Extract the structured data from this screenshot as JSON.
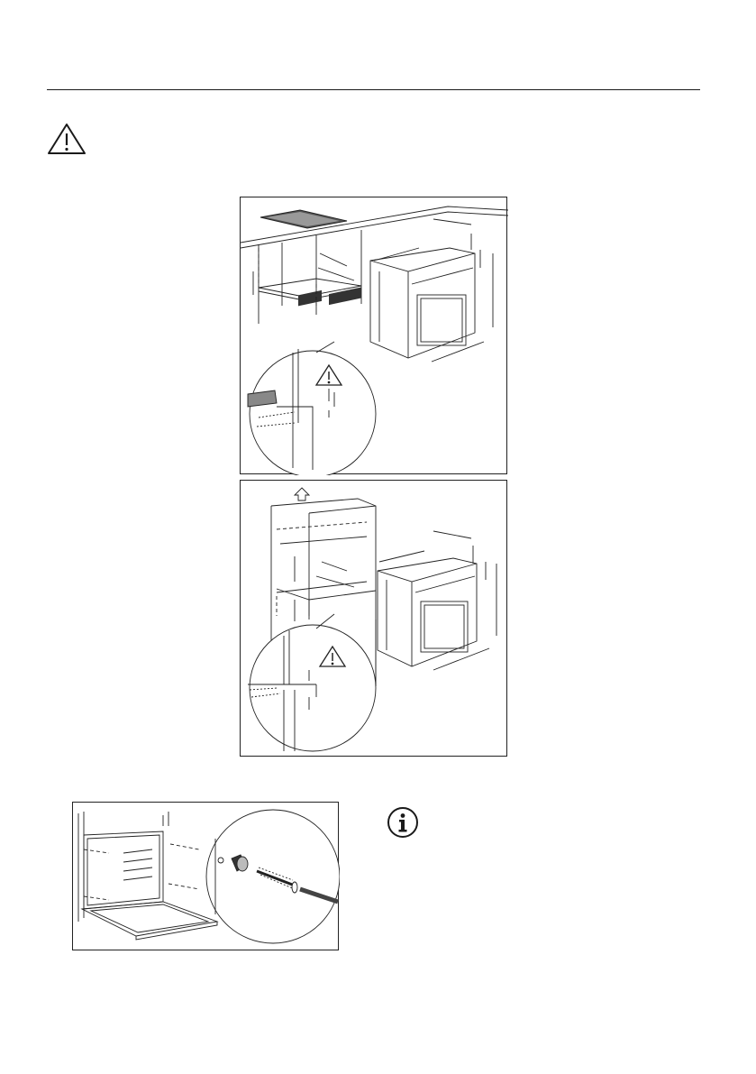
{
  "page": {
    "background": "#ffffff",
    "ink": "#1a1a1a"
  },
  "icons": {
    "warning": "warning-triangle-icon",
    "info": "info-circle-icon",
    "arrow_up": "arrow-up-icon"
  },
  "figures": [
    {
      "id": "built-in-under-worktop",
      "text": []
    },
    {
      "id": "built-in-tall-column",
      "text": []
    },
    {
      "id": "securing-oven-screws",
      "text": []
    }
  ]
}
